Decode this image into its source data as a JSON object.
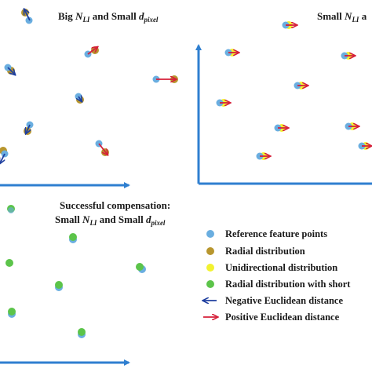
{
  "panels": {
    "top_left": {
      "title_prefix": "Big ",
      "title_n": "N",
      "title_n_sub": "LI",
      "title_mid": " and Small ",
      "title_d": "d",
      "title_d_sub": "pixel"
    },
    "top_right": {
      "title_prefix": "Small ",
      "title_n": "N",
      "title_n_sub": "LI",
      "title_tail": " a"
    },
    "bottom_left": {
      "title_line1": "Successful compensation:",
      "title_prefix": "Small ",
      "title_n": "N",
      "title_n_sub": "LI",
      "title_mid": " and Small ",
      "title_d": "d",
      "title_d_sub": "pixel"
    }
  },
  "legend": {
    "items": [
      {
        "marker": "dot",
        "color": "#6aaee0",
        "label": "Reference feature points"
      },
      {
        "marker": "dot",
        "color": "#b8962e",
        "label": "Radial distribution"
      },
      {
        "marker": "dot",
        "color": "#f2f230",
        "label": "Unidirectional distribution"
      },
      {
        "marker": "dot",
        "color": "#5cc44a",
        "label": "Radial distribution with short"
      },
      {
        "marker": "arrow",
        "color": "#1f3f9f",
        "label": "Negative Euclidean distance"
      },
      {
        "marker": "arrow",
        "color": "#d6203a",
        "label": "Positive Euclidean distance"
      }
    ]
  },
  "colors": {
    "axis": "#2f7fd0",
    "reference": "#6aaee0",
    "radial": "#b8962e",
    "unidirectional": "#f2f230",
    "short": "#5cc44a",
    "negative_arrow": "#1f3f9f",
    "positive_arrow": "#d6203a"
  }
}
